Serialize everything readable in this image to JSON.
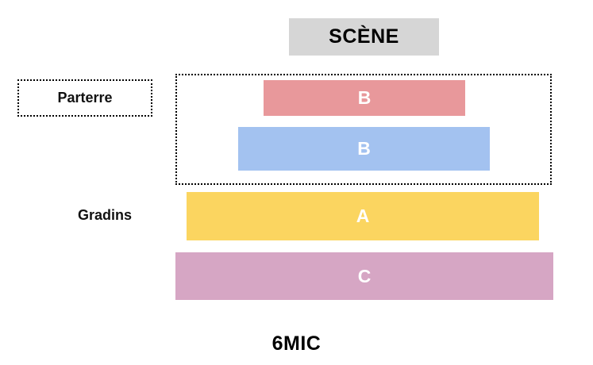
{
  "venue": {
    "name": "6MIC",
    "stage_label": "SCÈNE"
  },
  "zones": {
    "floor": {
      "label": "Parterre"
    },
    "tiers": {
      "label": "Gradins"
    }
  },
  "seating_blocks": [
    {
      "letter": "B",
      "zone": "Parterre",
      "color": "#e8989b",
      "row": 1
    },
    {
      "letter": "B",
      "zone": "Parterre",
      "color": "#a3c2f0",
      "row": 2
    },
    {
      "letter": "A",
      "zone": "Gradins",
      "color": "#fbd560",
      "row": 3
    },
    {
      "letter": "C",
      "zone": "Gradins",
      "color": "#d6a6c4",
      "row": 4
    }
  ],
  "colors": {
    "stage_background": "#d6d6d6",
    "page_background": "#ffffff",
    "outline": "#000000",
    "block_letter": "#ffffff"
  }
}
